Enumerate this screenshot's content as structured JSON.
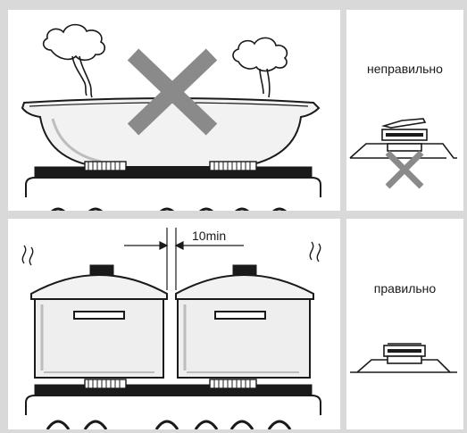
{
  "labels": {
    "incorrect": "неправильно",
    "correct": "правильно",
    "min_gap": "10min"
  },
  "colors": {
    "cross": "#8a8a8a",
    "line": "#1a1a1a",
    "pot_fill": "#ececec",
    "background": "#d9d9d9"
  },
  "icons": [
    "cross-icon",
    "steam-icon",
    "pan-icon",
    "pot-icon",
    "burner-icon"
  ]
}
